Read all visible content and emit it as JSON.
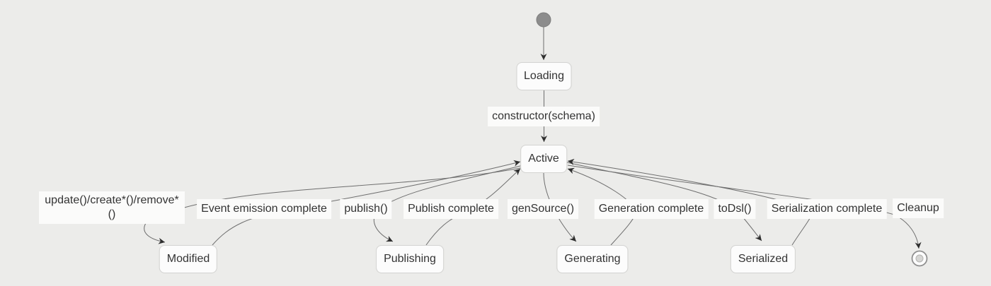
{
  "diagram": {
    "type": "state-diagram",
    "colors": {
      "background": "#ececea",
      "node_fill": "#fcfcfc",
      "node_border": "#d4d4d2",
      "edge_stroke": "#6e6e6e",
      "arrowhead": "#2e2e2e",
      "text": "#333333",
      "initial_dot": "#8c8c8c",
      "final_outer_stroke": "#8f8f8f",
      "final_inner_fill": "#d6d6d4"
    },
    "states": {
      "loading": "Loading",
      "active": "Active",
      "modified": "Modified",
      "publishing": "Publishing",
      "generating": "Generating",
      "serialized": "Serialized"
    },
    "transitions": [
      {
        "from": "[*]",
        "to": "Loading",
        "label": ""
      },
      {
        "from": "Loading",
        "to": "Active",
        "label": "constructor(schema)"
      },
      {
        "from": "Active",
        "to": "Modified",
        "label": "update()/create*()/remove*()",
        "label_lines": [
          "update()/create*()/remove*",
          "()"
        ]
      },
      {
        "from": "Modified",
        "to": "Active",
        "label": "Event emission complete"
      },
      {
        "from": "Active",
        "to": "Publishing",
        "label": "publish()"
      },
      {
        "from": "Publishing",
        "to": "Active",
        "label": "Publish complete"
      },
      {
        "from": "Active",
        "to": "Generating",
        "label": "genSource()"
      },
      {
        "from": "Generating",
        "to": "Active",
        "label": "Generation complete"
      },
      {
        "from": "Active",
        "to": "Serialized",
        "label": "toDsl()"
      },
      {
        "from": "Serialized",
        "to": "Active",
        "label": "Serialization complete"
      },
      {
        "from": "Active",
        "to": "[*]",
        "label": "Cleanup"
      }
    ]
  }
}
